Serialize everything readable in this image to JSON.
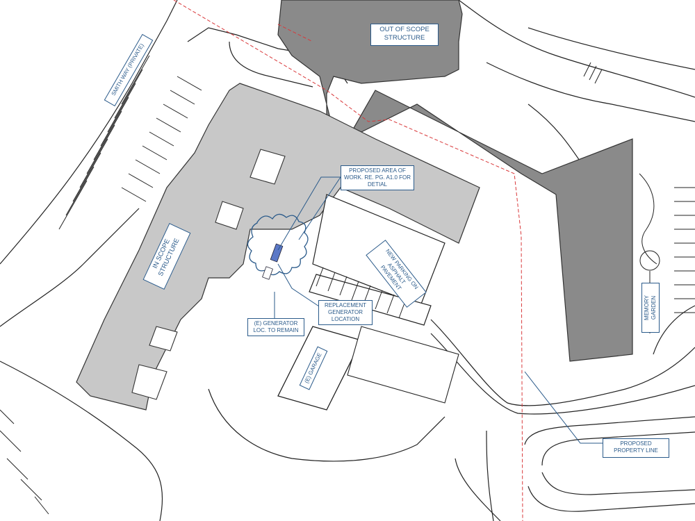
{
  "labels": {
    "out_of_scope": [
      "OUT OF SCOPE",
      "STRUCTURE"
    ],
    "smith_way": "SMITH WAY (PRIVATE)",
    "proposed_area": [
      "PROPOSED AREA OF",
      "WORK. RE. PG. A1.0 FOR",
      "DETIAL"
    ],
    "in_scope": [
      "IN SCOPE",
      "STRUCTURE"
    ],
    "new_parking": [
      "NEW PARKING ON",
      "ASPHALT",
      "PAVEMENT"
    ],
    "replacement_generator": [
      "REPLACEMENT",
      "GENERATOR",
      "LOCATION"
    ],
    "existing_generator": [
      "(E) GENERATOR",
      "LOC. TO REMAIN"
    ],
    "garage": "(E) GARAGE",
    "memory_garden": [
      "MEMORY",
      "GARDEN"
    ],
    "property_line": [
      "PROPOSED",
      "PROPERTY LINE"
    ]
  },
  "colors": {
    "in_scope_fill": "#c8c8c8",
    "out_of_scope_fill": "#8a8a8a",
    "label_border": "#2a5a8a",
    "property_line": "#d9383a",
    "leader_line": "#2a5a8a"
  }
}
